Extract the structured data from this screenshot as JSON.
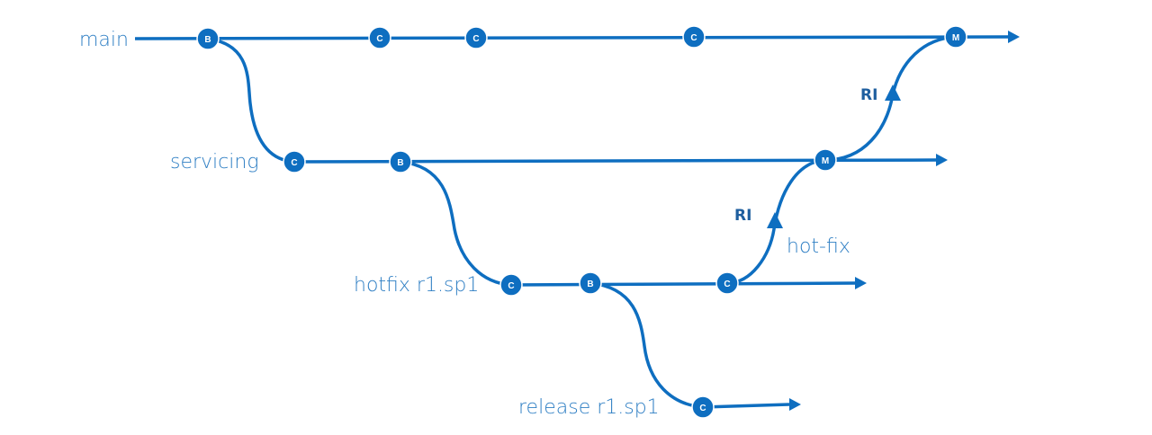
{
  "colors": {
    "line": "#0e6ec0",
    "branch_text": "#2f7fc4",
    "merge_text": "#1f5f9f"
  },
  "branches": [
    {
      "label": "main",
      "nodes": [
        "B",
        "C",
        "C",
        "C",
        "M"
      ]
    },
    {
      "label": "servicing",
      "nodes": [
        "C",
        "B",
        "M"
      ]
    },
    {
      "label": "hotfix r1.sp1",
      "nodes": [
        "C",
        "B",
        "C"
      ]
    },
    {
      "label": "release r1.sp1",
      "nodes": [
        "C"
      ]
    }
  ],
  "merges": [
    {
      "label": "RI",
      "from": "servicing",
      "to": "main"
    },
    {
      "label": "RI",
      "from": "hotfix r1.sp1",
      "to": "servicing"
    }
  ],
  "annotations": {
    "hot_fix": "hot-fix"
  }
}
